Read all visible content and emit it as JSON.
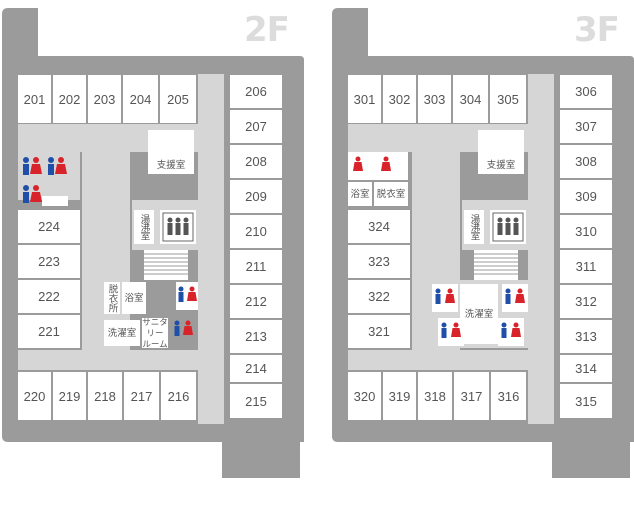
{
  "floors": [
    {
      "label": "2F",
      "rooms_top": [
        "201",
        "202",
        "203",
        "204",
        "205"
      ],
      "rooms_right": [
        "206",
        "207",
        "208",
        "209",
        "210",
        "211",
        "212",
        "213",
        "214",
        "215"
      ],
      "rooms_left": [
        "224",
        "223",
        "222",
        "221"
      ],
      "rooms_bottom": [
        "220",
        "219",
        "218",
        "217",
        "216"
      ],
      "support": "支援室",
      "hot_water": "湯沸室",
      "bath": "浴室",
      "dressing": "脱衣所",
      "laundry": "洗濯室",
      "sanitary": "サニタリー ルーム"
    },
    {
      "label": "3F",
      "rooms_top": [
        "301",
        "302",
        "303",
        "304",
        "305"
      ],
      "rooms_right": [
        "306",
        "307",
        "308",
        "309",
        "310",
        "311",
        "312",
        "313",
        "314",
        "315"
      ],
      "rooms_left": [
        "324",
        "323",
        "322",
        "321"
      ],
      "rooms_bottom": [
        "320",
        "319",
        "318",
        "317",
        "316"
      ],
      "support": "支援室",
      "hot_water": "湯沸室",
      "bath": "浴室",
      "dressing": "脱衣室",
      "laundry": "洗濯室"
    }
  ],
  "icons": {
    "man_color": "#1f4fa8",
    "woman_color": "#d9232a",
    "floor_color": "#9b9b9b",
    "corridor_color": "#d6d6d6"
  }
}
